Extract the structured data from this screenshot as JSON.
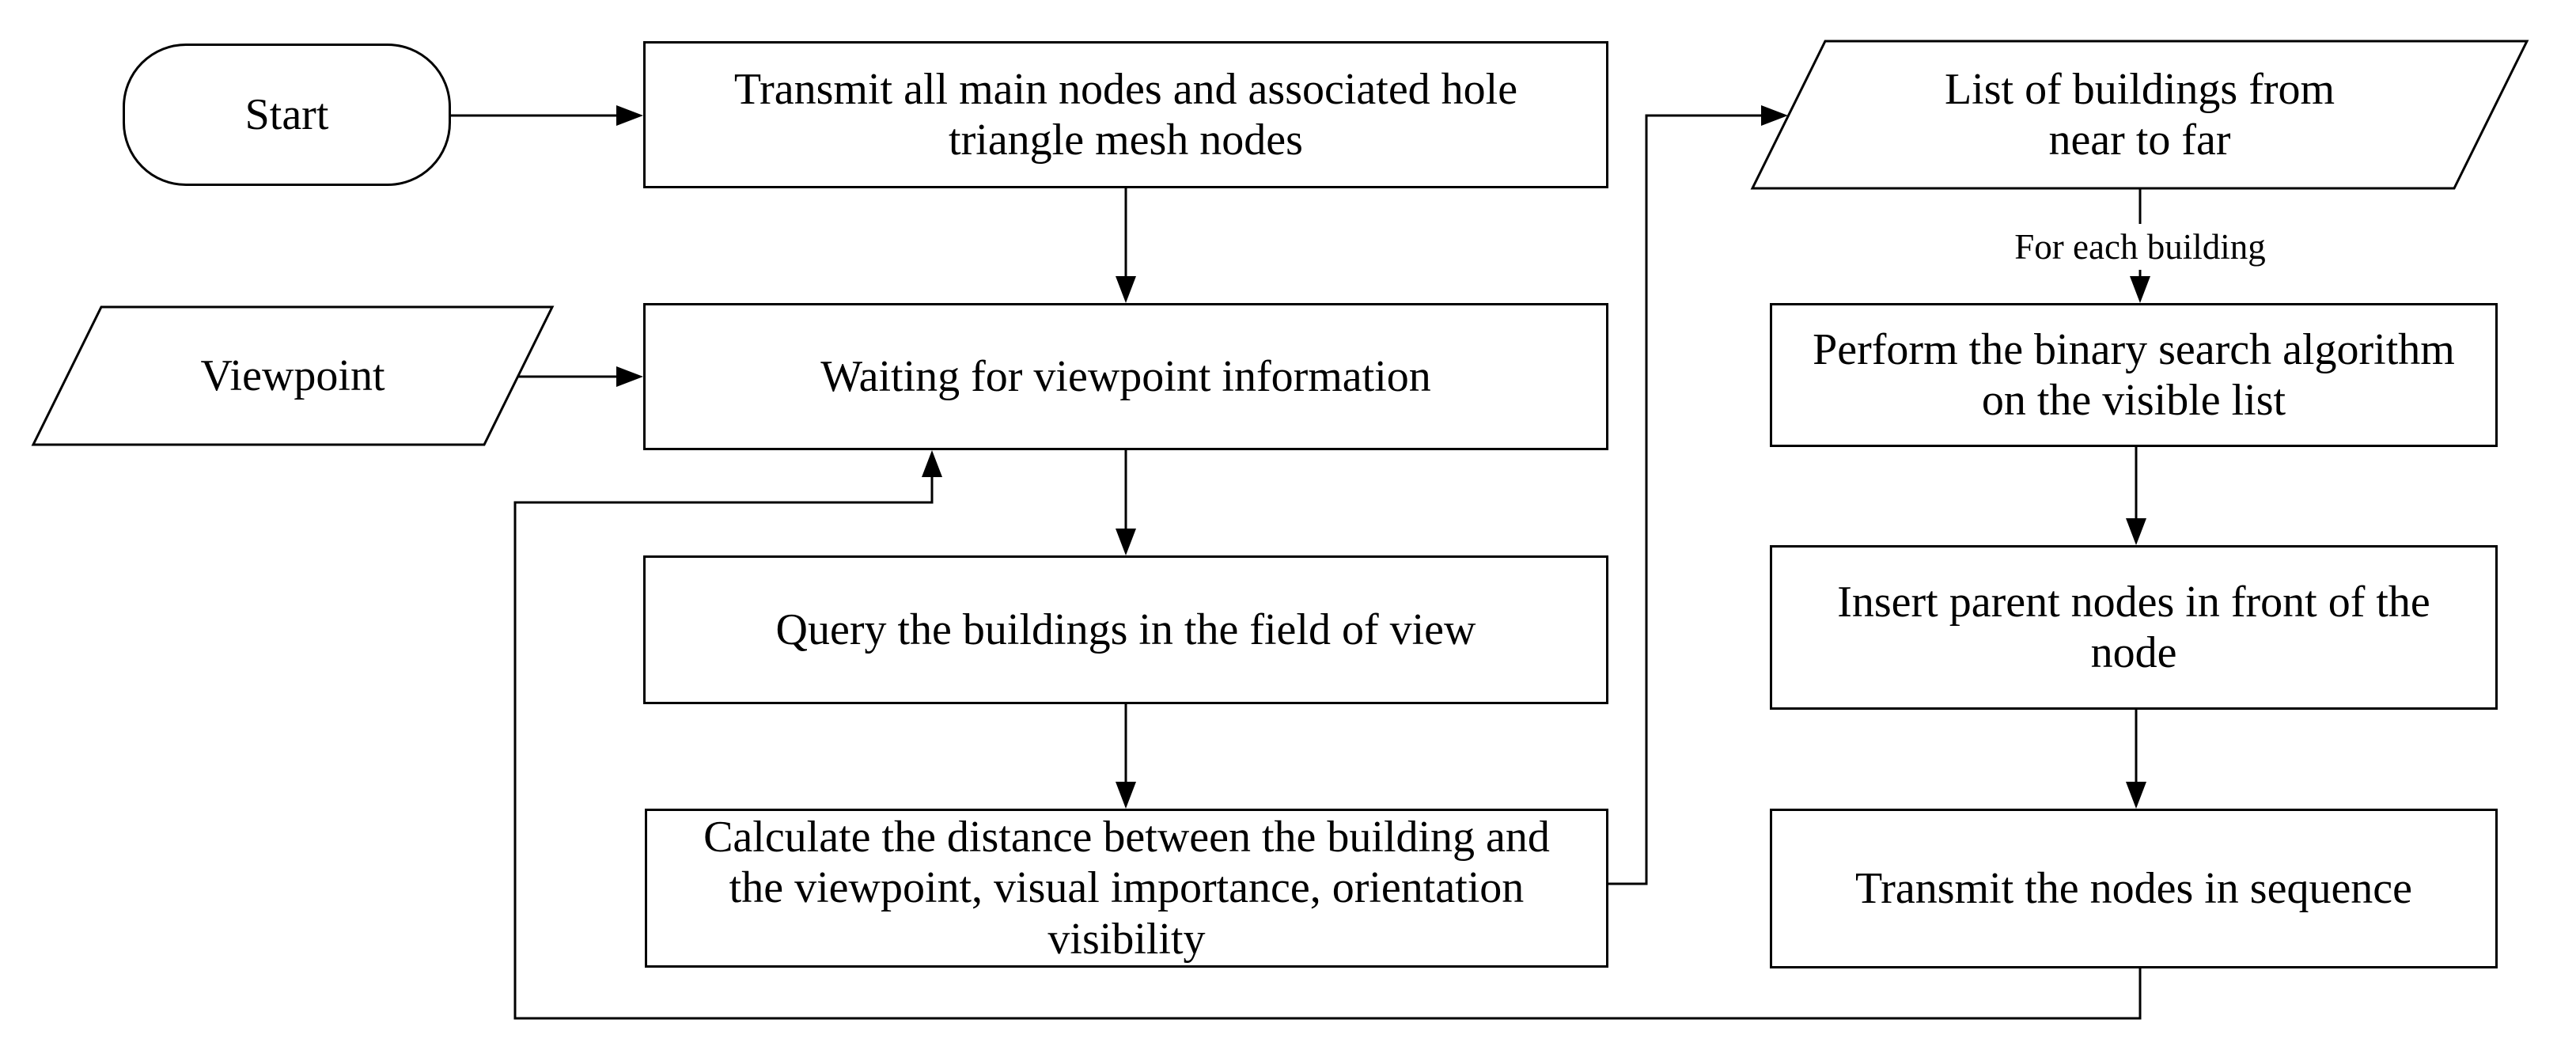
{
  "diagram": {
    "type": "flowchart",
    "colors": {
      "stroke": "#000000",
      "background": "#ffffff",
      "text": "#000000"
    },
    "nodes": {
      "start": {
        "shape": "terminator",
        "label": "Start"
      },
      "transmit_main": {
        "shape": "process",
        "label": "Transmit all main nodes and associated hole\ntriangle mesh nodes"
      },
      "viewpoint": {
        "shape": "parallelogram",
        "label": "Viewpoint"
      },
      "waiting": {
        "shape": "process",
        "label": "Waiting for viewpoint information"
      },
      "query": {
        "shape": "process",
        "label": "Query the buildings in the field of view"
      },
      "calculate": {
        "shape": "process",
        "label": "Calculate the distance between the building and\nthe viewpoint, visual importance, orientation\nvisibility"
      },
      "list_buildings": {
        "shape": "parallelogram",
        "label": "List of buildings from\nnear to far"
      },
      "perform_search": {
        "shape": "process",
        "label": "Perform the binary search algorithm\non the visible list"
      },
      "insert_parents": {
        "shape": "process",
        "label": "Insert parent nodes in front of the\nnode"
      },
      "transmit_sequence": {
        "shape": "process",
        "label": "Transmit the nodes in sequence"
      }
    },
    "edge_labels": {
      "for_each_building": "For each building"
    },
    "edges": [
      {
        "from": "start",
        "to": "transmit_main"
      },
      {
        "from": "transmit_main",
        "to": "waiting"
      },
      {
        "from": "viewpoint",
        "to": "waiting"
      },
      {
        "from": "waiting",
        "to": "query"
      },
      {
        "from": "query",
        "to": "calculate"
      },
      {
        "from": "calculate",
        "to": "list_buildings"
      },
      {
        "from": "list_buildings",
        "to": "perform_search",
        "label": "For each building"
      },
      {
        "from": "perform_search",
        "to": "insert_parents"
      },
      {
        "from": "insert_parents",
        "to": "transmit_sequence"
      },
      {
        "from": "transmit_sequence",
        "to": "waiting",
        "note": "feedback loop"
      }
    ]
  }
}
